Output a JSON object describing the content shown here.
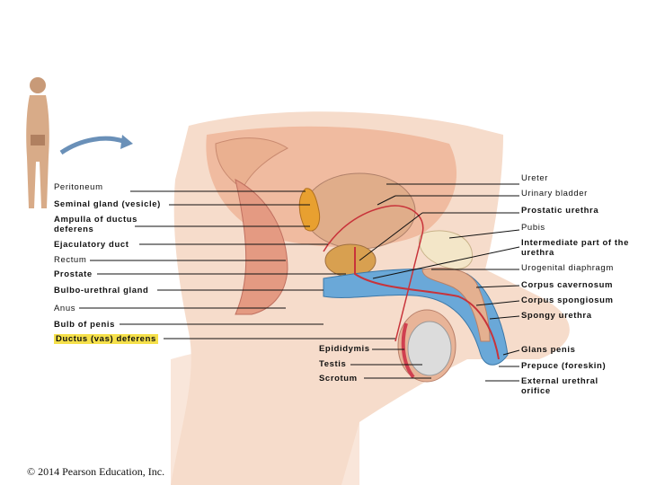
{
  "labels": {
    "ureter": "Ureter",
    "peritoneum": "Peritoneum",
    "urinary_bladder": "Urinary bladder",
    "seminal_gland": "Seminal gland (vesicle)",
    "prostatic_urethra": "Prostatic urethra",
    "ampulla": "Ampulla of ductus deferens",
    "pubis": "Pubis",
    "ejaculatory_duct": "Ejaculatory duct",
    "intermediate_urethra": "Intermediate part of the urethra",
    "rectum": "Rectum",
    "urogenital_diaphragm": "Urogenital diaphragm",
    "prostate": "Prostate",
    "corpus_cavernosum": "Corpus cavernosum",
    "bulbo_urethral_gland": "Bulbo-urethral gland",
    "corpus_spongiosum": "Corpus spongiosum",
    "anus": "Anus",
    "spongy_urethra": "Spongy urethra",
    "bulb_of_penis": "Bulb of penis",
    "ductus_deferens": "Ductus (vas) deferens",
    "epididymis": "Epididymis",
    "glans_penis": "Glans penis",
    "testis": "Testis",
    "prepuce": "Prepuce (foreskin)",
    "scrotum": "Scrotum",
    "external_urethral_orifice": "External urethral orifice"
  },
  "copyright": "© 2014 Pearson Education, Inc.",
  "colors": {
    "skin": "#f2c9a8",
    "tissue": "#e8a98c",
    "bladder": "#e0ad8a",
    "blue_tissue": "#6aa8d8",
    "red_vessel": "#c8333a",
    "testis": "#dcdcdc",
    "highlight": "#f5e04a"
  }
}
